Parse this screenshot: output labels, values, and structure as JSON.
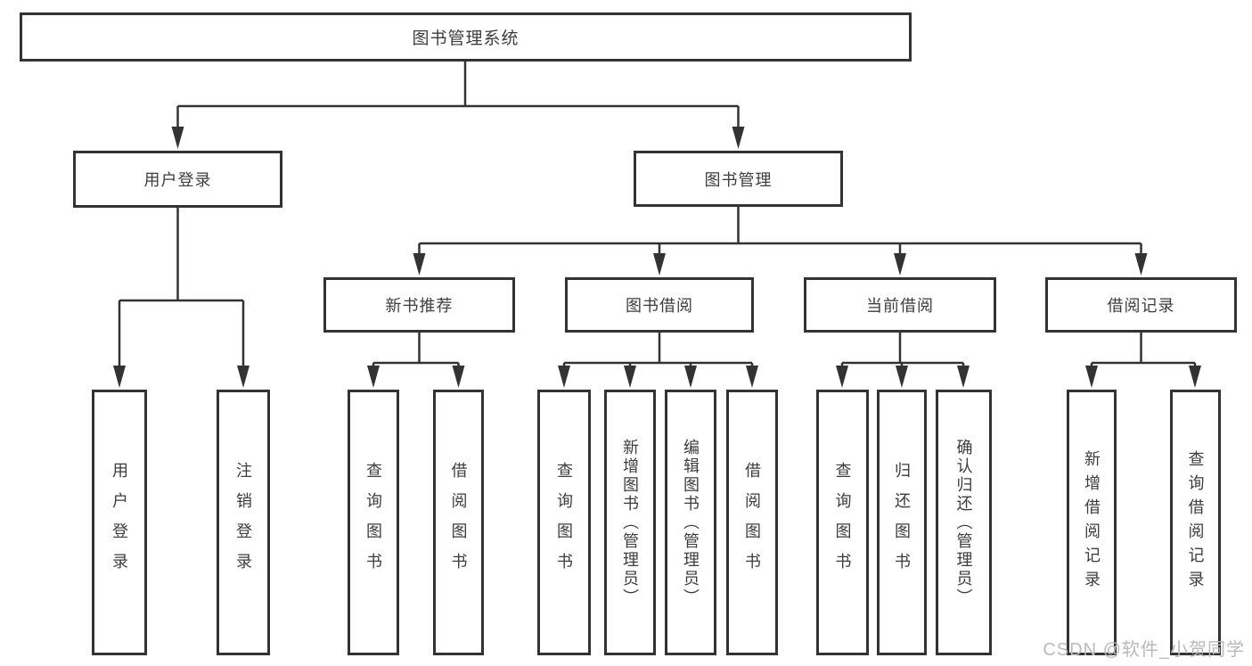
{
  "diagram": {
    "title_node": {
      "label": "图书管理系统"
    },
    "level2": [
      {
        "label": "用户登录"
      },
      {
        "label": "图书管理"
      }
    ],
    "level3": [
      {
        "label": "新书推荐"
      },
      {
        "label": "图书借阅"
      },
      {
        "label": "当前借阅"
      },
      {
        "label": "借阅记录"
      }
    ],
    "leaves": [
      {
        "label": "用户登录"
      },
      {
        "label": "注销登录"
      },
      {
        "label": "查询图书"
      },
      {
        "label": "借阅图书"
      },
      {
        "label": "查询图书"
      },
      {
        "label": "新增图书（管理员）"
      },
      {
        "label": "编辑图书（管理员）"
      },
      {
        "label": "借阅图书"
      },
      {
        "label": "查询图书"
      },
      {
        "label": "归还图书"
      },
      {
        "label": "确认归还（管理员）"
      },
      {
        "label": "新增借阅记录"
      },
      {
        "label": "查询借阅记录"
      }
    ],
    "colors": {
      "line": "#333333",
      "text": "#3d3d3d",
      "background": "#ffffff",
      "watermark": "#b9b9b9"
    }
  },
  "watermark": {
    "text": "CSDN @软件_小贺同学"
  }
}
